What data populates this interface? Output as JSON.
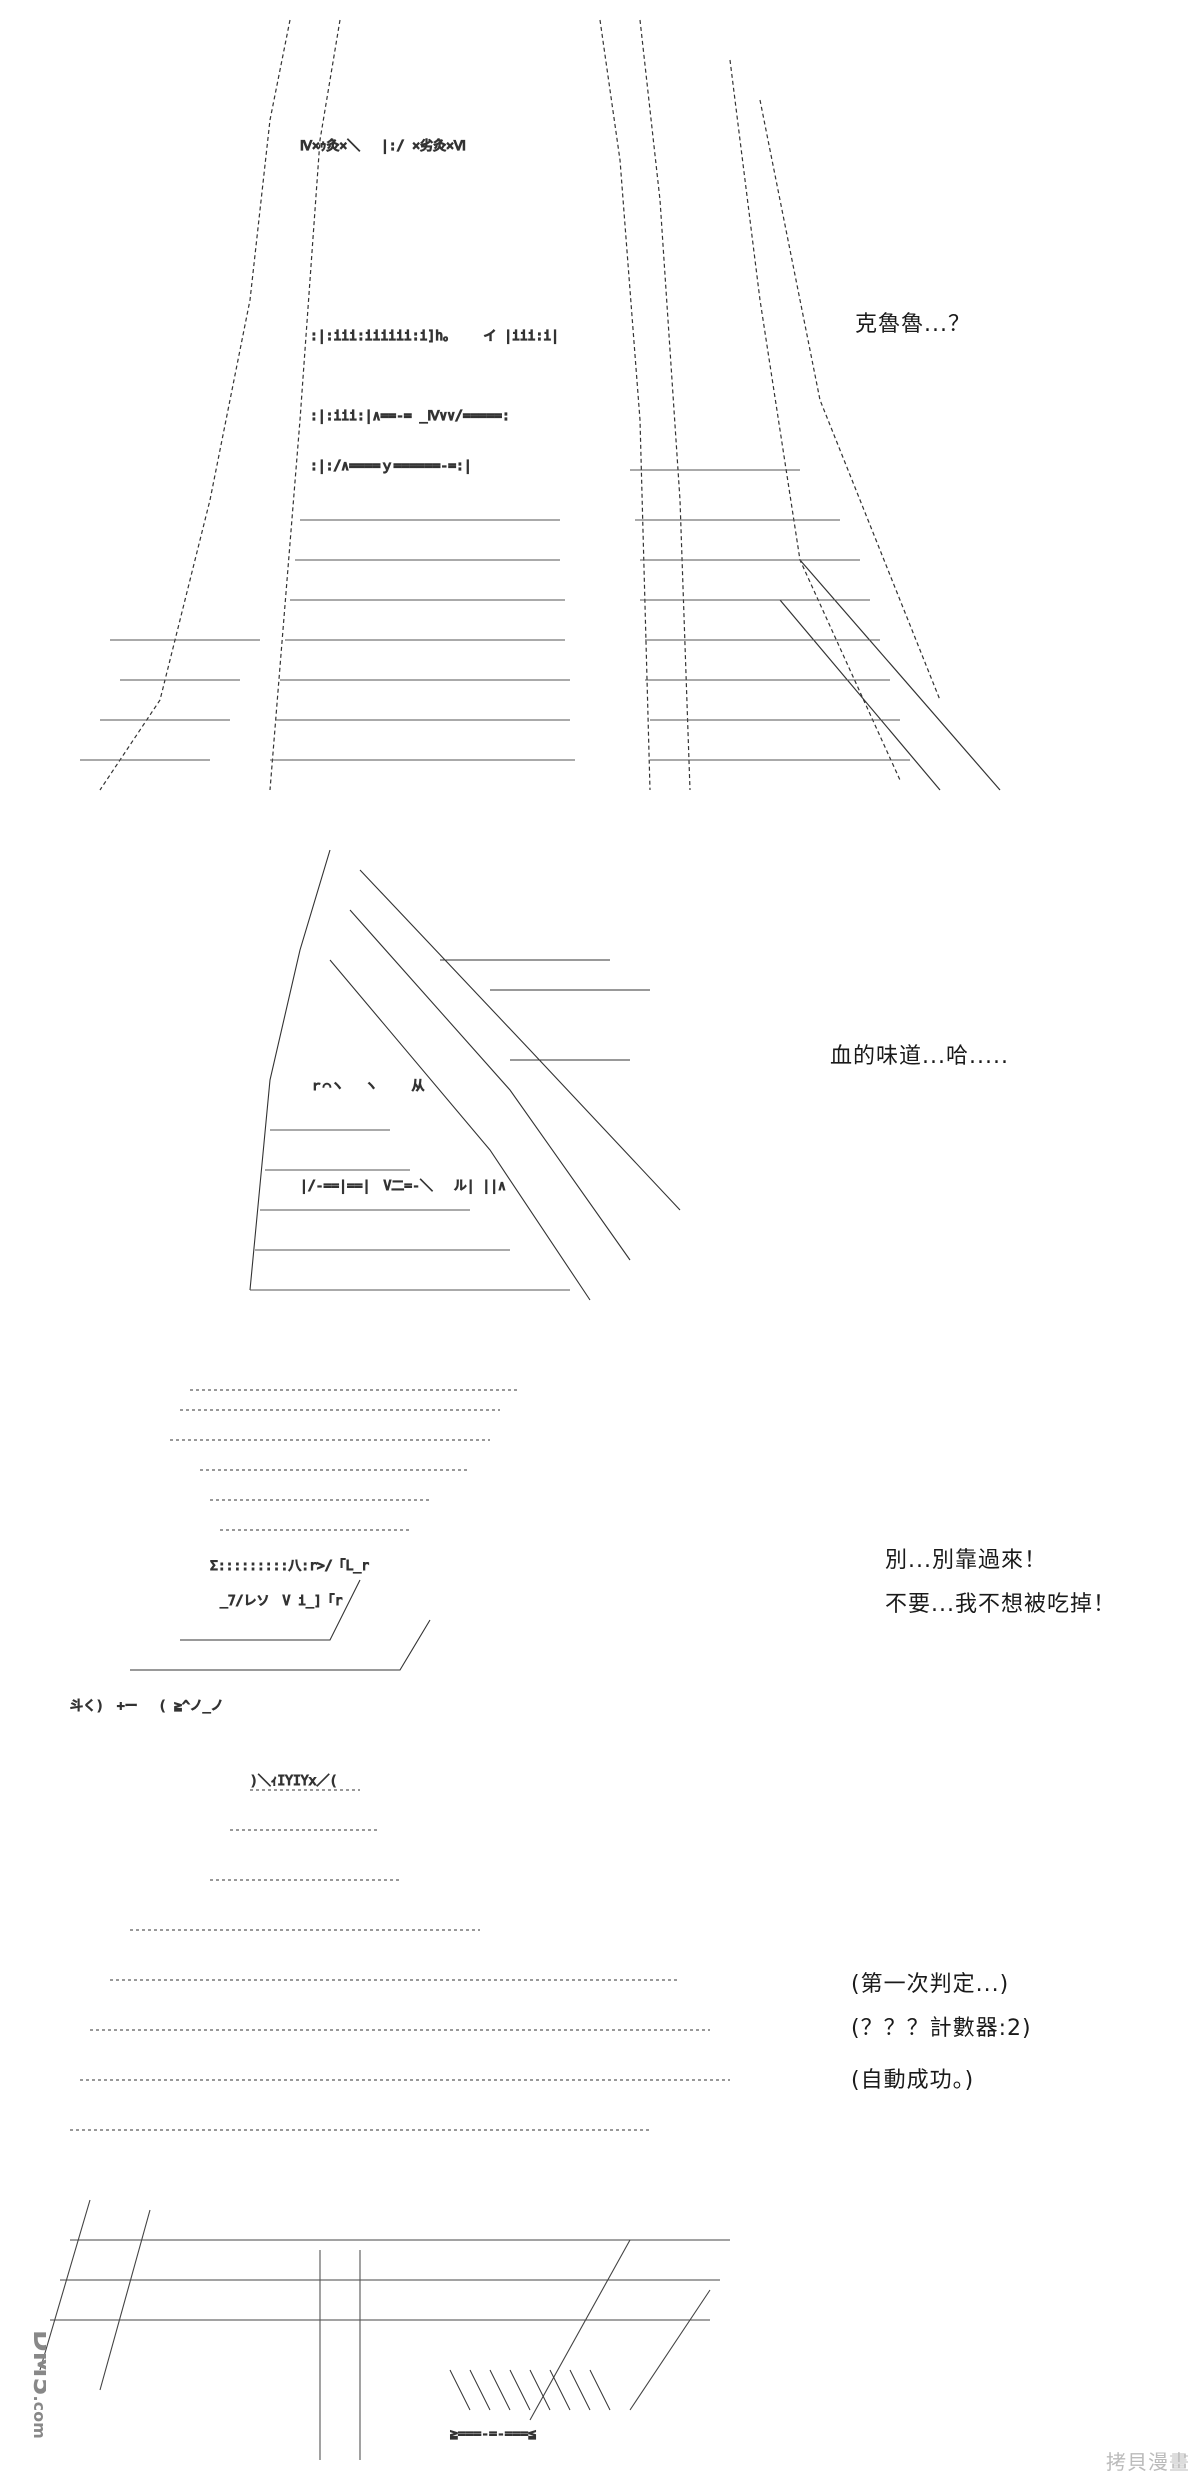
{
  "panels": [
    {
      "dialogue": [
        "克魯魯...？"
      ]
    },
    {
      "dialogue": [
        "血的味道...哈....."
      ]
    },
    {
      "dialogue": [
        "別...別靠過來！",
        "不要...我不想被吃掉！"
      ]
    },
    {
      "dialogue": [
        "(第一次判定...)",
        "(？？？計數器:2)",
        "(自動成功。)"
      ]
    }
  ],
  "watermarks": {
    "left_logo": "DM5.com",
    "right": "拷貝漫畫"
  }
}
